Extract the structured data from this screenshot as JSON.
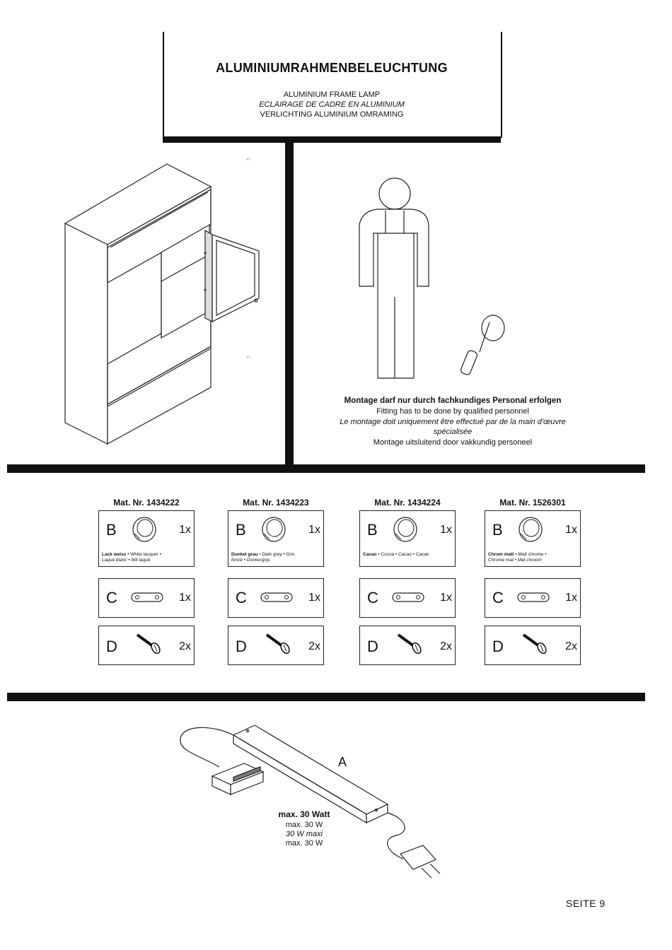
{
  "header": {
    "title": "ALUMINIUMRAHMENBELEUCHTUNG",
    "subtitle_en": "ALUMINIUM FRAME LAMP",
    "subtitle_fr": "ECLAIRAGE DE CADRE EN ALUMINIUM",
    "subtitle_nl": "VERLICHTING ALUMINIUM OMRAMING"
  },
  "warning": {
    "de": "Montage darf nur durch fachkundiges Personal erfolgen",
    "en": "Fitting has to be done by qualified personnel",
    "fr_line1": "Le montage doit uniquement être effectué par de la main d'œuvre",
    "fr_line2": "spécialisée",
    "nl": "Montage uitsluitend door vakkundig personeel"
  },
  "parts": [
    {
      "mat": "Mat. Nr. 1434222",
      "b_letter": "B",
      "b_qty": "1x",
      "color_bold": "Lack weiss",
      "color_rest": " • White lacquer •",
      "color_line2": "Laqué blanc • Wit laqué",
      "c_letter": "C",
      "c_qty": "1x",
      "d_letter": "D",
      "d_qty": "2x"
    },
    {
      "mat": "Mat. Nr. 1434223",
      "b_letter": "B",
      "b_qty": "1x",
      "color_bold": "Dunkel grau",
      "color_rest": " • Dark grey • Gris",
      "color_line2": "foncé • Donkergrijs",
      "c_letter": "C",
      "c_qty": "1x",
      "d_letter": "D",
      "d_qty": "2x"
    },
    {
      "mat": "Mat. Nr. 1434224",
      "b_letter": "B",
      "b_qty": "1x",
      "color_bold": "Cacao",
      "color_rest": " • Cocoa • Cacao • Cacao",
      "color_line2": "",
      "c_letter": "C",
      "c_qty": "1x",
      "d_letter": "D",
      "d_qty": "2x"
    },
    {
      "mat": "Mat. Nr. 1526301",
      "b_letter": "B",
      "b_qty": "1x",
      "color_bold": "Chrom matt",
      "color_rest": " • Matt chrome •",
      "color_line2": "Chrome mat • Mat chroom",
      "c_letter": "C",
      "c_qty": "1x",
      "d_letter": "D",
      "d_qty": "2x"
    }
  ],
  "lamp": {
    "label": "A",
    "watt_bold": "max. 30 Watt",
    "watt_en": "max. 30 W",
    "watt_fr": "30 W maxi",
    "watt_nl": "max. 30 W"
  },
  "footer": {
    "page": "SEITE 9"
  }
}
